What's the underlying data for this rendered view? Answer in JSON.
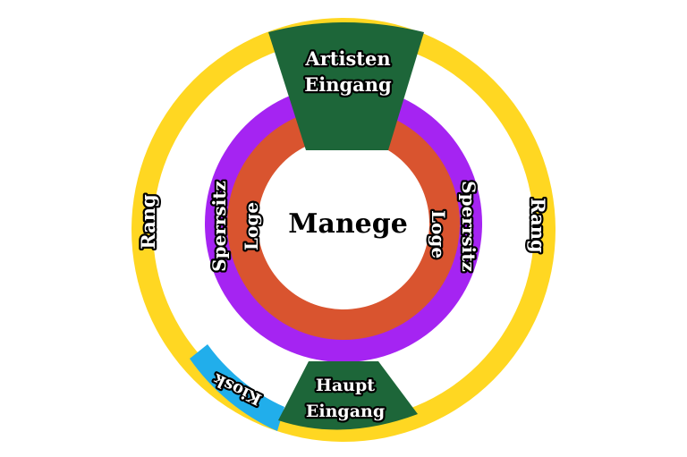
{
  "diagram": {
    "center_label": "Manege",
    "sections": {
      "rang": "Rang",
      "sperrsitz": "Sperrsitz",
      "loge": "Loge",
      "kiosk": "Kiosk",
      "artisten_eingang": [
        "Artisten",
        "Eingang"
      ],
      "haupt_eingang": [
        "Haupt",
        "Eingang"
      ]
    },
    "colors": {
      "rang": "#FFD722",
      "sperrsitz": "#A524F2",
      "loge": "#D9542F",
      "manege": "#FFFFFF",
      "eingang": "#1D6639",
      "kiosk": "#21AEEB"
    }
  }
}
